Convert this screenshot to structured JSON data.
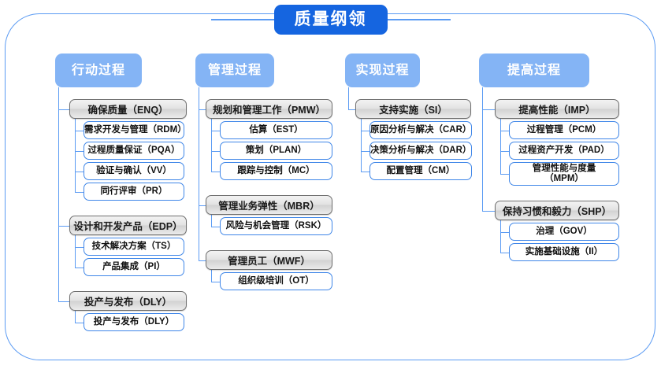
{
  "title": "质量纲领",
  "colors": {
    "title_bg": "#1565E0",
    "header_bg": "#84b4f5",
    "frame_border": "#5b9bf3",
    "connector": "#5b9bf3",
    "category_border": "#6f6f6f",
    "sub_border": "#3f86e8"
  },
  "columns": [
    {
      "header": "行动过程",
      "groups": [
        {
          "category": "确保质量（ENQ）",
          "items": [
            "需求开发与管理（RDM）",
            "过程质量保证（PQA）",
            "验证与确认（VV）",
            "同行评审（PR）"
          ]
        },
        {
          "category": "设计和开发产品（EDP）",
          "items": [
            "技术解决方案（TS）",
            "产品集成（PI）"
          ]
        },
        {
          "category": "投产与发布（DLY）",
          "items": [
            "投产与发布（DLY）"
          ]
        }
      ]
    },
    {
      "header": "管理过程",
      "groups": [
        {
          "category": "规划和管理工作（PMW）",
          "items": [
            "估算（EST）",
            "策划（PLAN）",
            "跟踪与控制（MC）"
          ]
        },
        {
          "category": "管理业务弹性（MBR）",
          "items": [
            "风险与机会管理（RSK）"
          ]
        },
        {
          "category": "管理员工（MWF）",
          "items": [
            "组织级培训（OT）"
          ]
        }
      ]
    },
    {
      "header": "实现过程",
      "groups": [
        {
          "category": "支持实施（SI）",
          "items": [
            "原因分析与解决（CAR）",
            "决策分析与解决（DAR）",
            "配置管理（CM）"
          ]
        }
      ]
    },
    {
      "header": "提高过程",
      "groups": [
        {
          "category": "提高性能（IMP）",
          "items": [
            "过程管理（PCM）",
            "过程资产开发（PAD）",
            "管理性能与度量（MPM）"
          ]
        },
        {
          "category": "保持习惯和毅力（SHP）",
          "items": [
            "治理（GOV）",
            "实施基础设施（II）"
          ]
        }
      ]
    }
  ]
}
